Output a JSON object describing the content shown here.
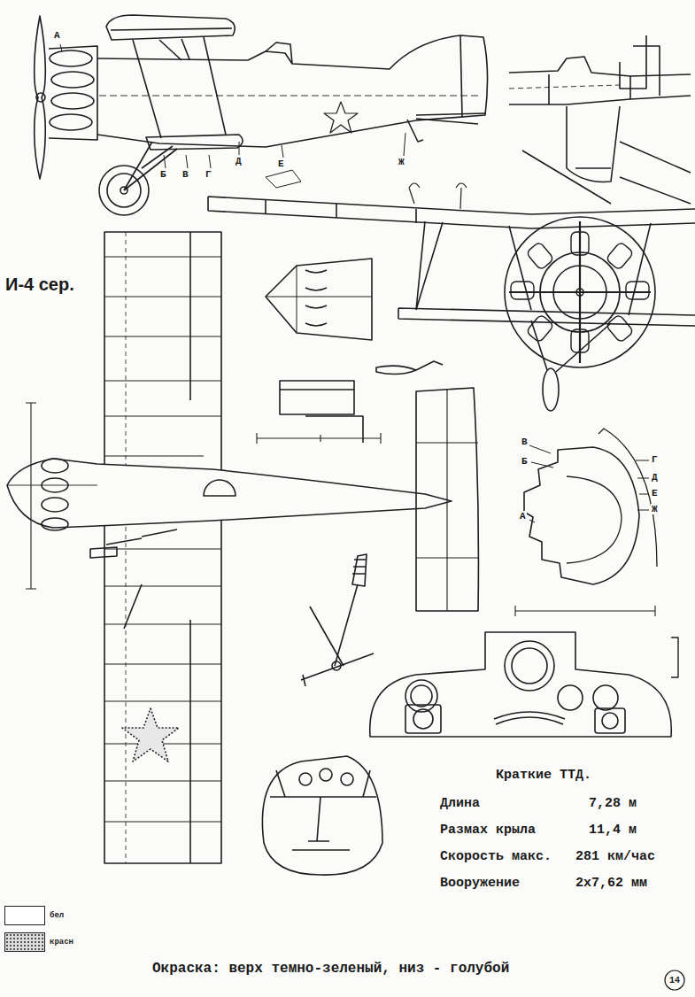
{
  "diagram": {
    "title": "И-4 сер.",
    "caption": "Окраска: верх темно-зеленый, низ - голубой",
    "labels": [
      "А",
      "Б",
      "В",
      "Г",
      "Д",
      "Е",
      "Ж",
      "А",
      "Б",
      "В",
      "Г",
      "Д",
      "Е",
      "Ж",
      "Краткие ТТД.",
      "Длина",
      "7,28 м",
      "Размах крыла",
      "11,4 м",
      "Скорость макс.",
      "281 км/час",
      "Вооружение",
      "2x7,62 мм",
      "14"
    ],
    "legend": [
      {
        "text": "бел",
        "color": "#ffffff"
      },
      {
        "text": "красн",
        "color": "#dcdcdc"
      }
    ]
  }
}
